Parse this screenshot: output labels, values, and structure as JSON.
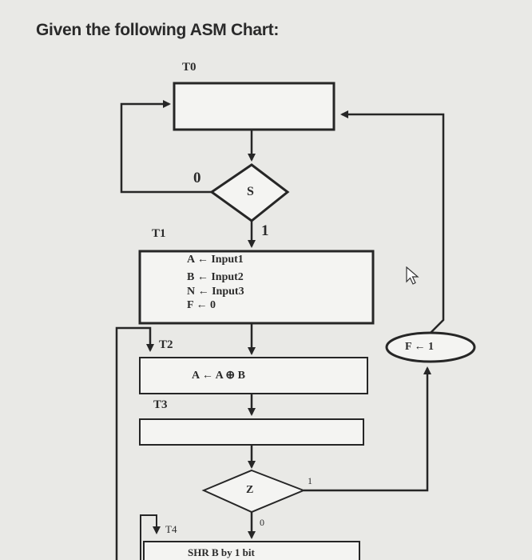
{
  "heading": "Given the following ASM Chart:",
  "states": {
    "t0": "T0",
    "t1": "T1",
    "t2": "T2",
    "t3": "T3",
    "t4": "T4"
  },
  "decisions": {
    "s": {
      "label": "S",
      "no": "0",
      "yes": "1"
    },
    "z": {
      "label": "Z",
      "no": "0",
      "yes": "1"
    }
  },
  "t1_ops": [
    "A ← Input1",
    "B ← Input2",
    "N ← Input3",
    "F ← 0"
  ],
  "t2_op": "A ← A ⊕ B",
  "conditional_output": "F ← 1",
  "t4_op": "SHR B by 1 bit",
  "colors": {
    "line": "#262626",
    "box_fill": "#f4f4f2",
    "background": "#e9e9e6"
  },
  "icons": [
    "mouse-pointer-icon"
  ]
}
